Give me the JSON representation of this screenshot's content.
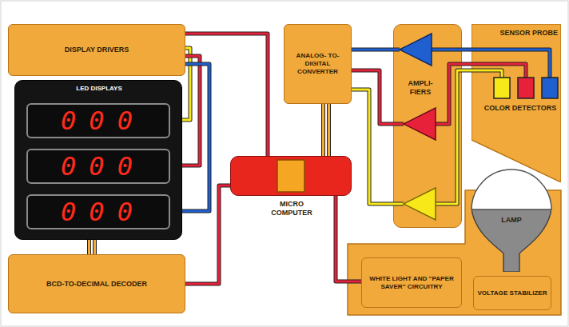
{
  "diagram": {
    "nodes": [
      {
        "text": [
          "DISPLAY DRIVERS"
        ]
      },
      {
        "text": [
          "LED DISPLAYS"
        ]
      },
      {
        "text": [
          "000"
        ],
        "in": 1
      },
      {
        "text": [
          "000"
        ],
        "in": 1
      },
      {
        "text": [
          "000"
        ],
        "in": 1
      },
      {
        "text": [
          "BCD-TO-DECIMAL DECODER"
        ]
      },
      {
        "text": [
          "MICRO COMPUTER"
        ]
      },
      {
        "text": [
          "ANALOG- TO-DIGITAL CONVERTER"
        ]
      },
      {
        "text": [
          "AMPLI- FIERS"
        ]
      },
      {
        "text": [
          "SENSOR PROBE",
          "COLOR DETECTORS"
        ]
      },
      {
        "text": [
          "WHITE LIGHT AND \"PAPER SAVER\" CIRCUITRY"
        ]
      },
      {
        "text": [
          "LAMP"
        ]
      },
      {
        "text": [
          "VOLTAGE STABILIZER"
        ]
      }
    ],
    "edges": [
      {
        "from": 0,
        "to": 2,
        "arrow": "none"
      },
      {
        "from": 0,
        "to": 3,
        "arrow": "none"
      },
      {
        "from": 0,
        "to": 4,
        "arrow": "none"
      },
      {
        "from": 0,
        "to": 6,
        "arrow": "none"
      },
      {
        "from": 6,
        "to": 5,
        "arrow": "none"
      },
      {
        "from": 5,
        "to": 1,
        "arrow": "none"
      },
      {
        "from": 7,
        "to": 6,
        "arrow": "none"
      },
      {
        "from": 6,
        "to": 10,
        "arrow": "none"
      },
      {
        "from": 7,
        "to": 8,
        "arrow": "none"
      },
      {
        "from": 7,
        "to": 8,
        "arrow": "none"
      },
      {
        "from": 7,
        "to": 8,
        "arrow": "none"
      },
      {
        "from": 8,
        "to": 9,
        "arrow": "none"
      },
      {
        "from": 8,
        "to": 9,
        "arrow": "none"
      },
      {
        "from": 8,
        "to": 9,
        "arrow": "none"
      }
    ]
  }
}
